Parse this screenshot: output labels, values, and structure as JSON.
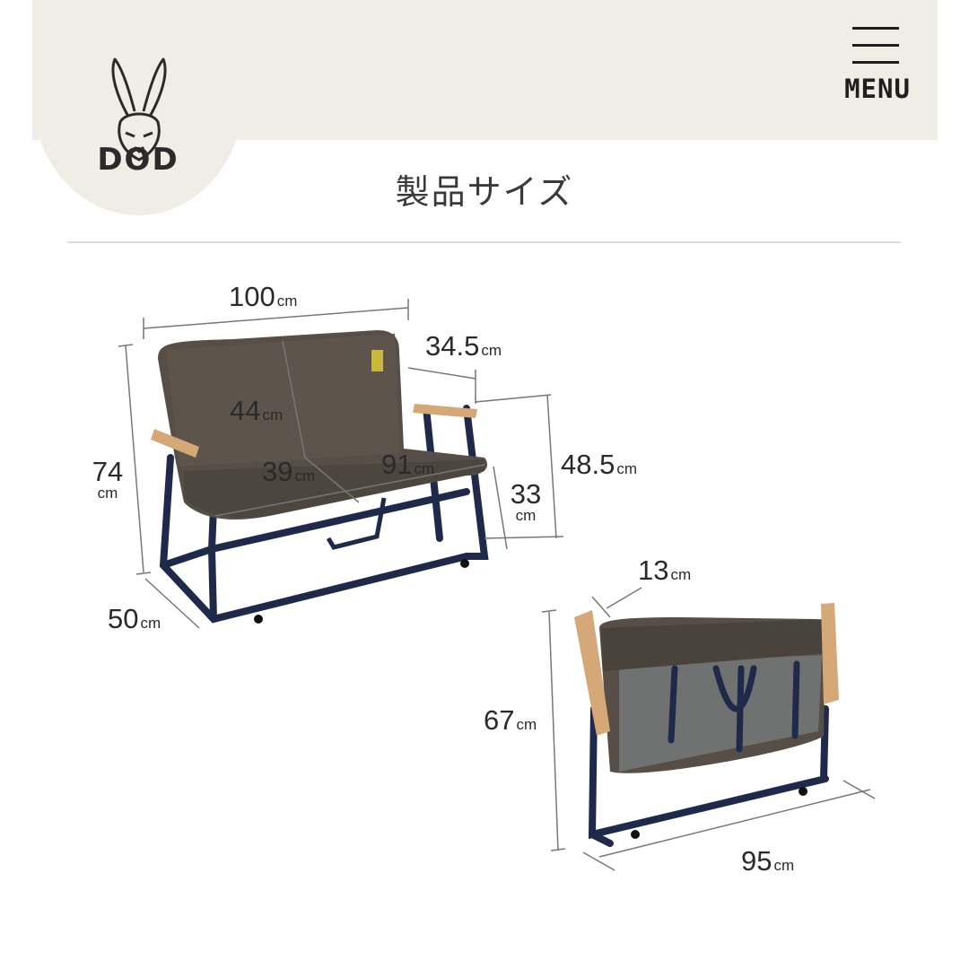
{
  "header": {
    "brand": "DOD",
    "menu_label": "MENU"
  },
  "section": {
    "title": "製品サイズ"
  },
  "dimensions": {
    "unit": "cm",
    "width": "100",
    "armrest_height": "48.5",
    "height": "74",
    "depth": "50",
    "backrest": "44",
    "seat_depth": "39",
    "seat_width": "91",
    "seat_height": "33",
    "armrest_width": "34.5",
    "folded_thickness": "13",
    "folded_height": "67",
    "folded_width": "95"
  },
  "colors": {
    "header_bg": "#efede5",
    "fabric": "#574f47",
    "frame": "#1f2a4a",
    "wood": "#d4a877"
  }
}
